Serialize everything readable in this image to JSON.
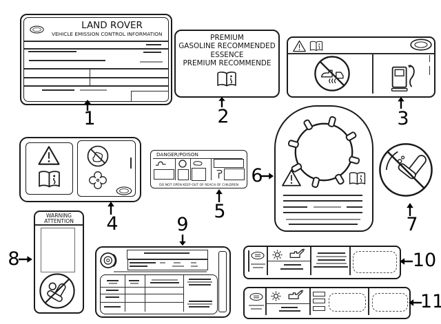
{
  "figure": {
    "description": "Exploded diagram of vehicle information and warning labels",
    "background": "#ffffff",
    "line_color": "#1a1a1a",
    "muted_line_color": "#8c8c8c"
  },
  "emission_label": {
    "brand": "LAND ROVER",
    "subtitle": "VEHICLE EMISSION CONTROL INFORMATION"
  },
  "fuel_label": {
    "en1": "PREMIUM",
    "en2": "GASOLINE RECOMMENDED",
    "fr1": "ESSENCE",
    "fr2": "PREMIUM RECOMMENDE"
  },
  "danger_label": {
    "title": "DANGER/POISON",
    "footer": "DO NOT OPEN KEEP OUT OF REACH OF CHILDREN"
  },
  "warning_label": {
    "en": "WARNING",
    "fr": "ATTENTION"
  },
  "callouts": [
    {
      "label": "1"
    },
    {
      "label": "2"
    },
    {
      "label": "3"
    },
    {
      "label": "4"
    },
    {
      "label": "5"
    },
    {
      "label": "6"
    },
    {
      "label": "7"
    },
    {
      "label": "8"
    },
    {
      "label": "9"
    },
    {
      "label": "10"
    },
    {
      "label": "11"
    }
  ],
  "icons": {
    "brand_oval": "oval-badge",
    "warning_triangle": "triangle-exclamation",
    "handbook": "open-book-info",
    "no_fuel": "crossed-circle-fuel-nozzle",
    "fuel_pump": "fuel-pump",
    "no_touch": "crossed-circle-hand",
    "fan": "four-lobe-fan",
    "cooling_fan": "notched-fan-circle",
    "no_rear_child_seat": "crossed-circle-child-seat",
    "no_child_seat": "crossed-circle-seat",
    "tire": "wheel-rings",
    "sun": "sun-rays",
    "oil_can": "oil-can"
  }
}
